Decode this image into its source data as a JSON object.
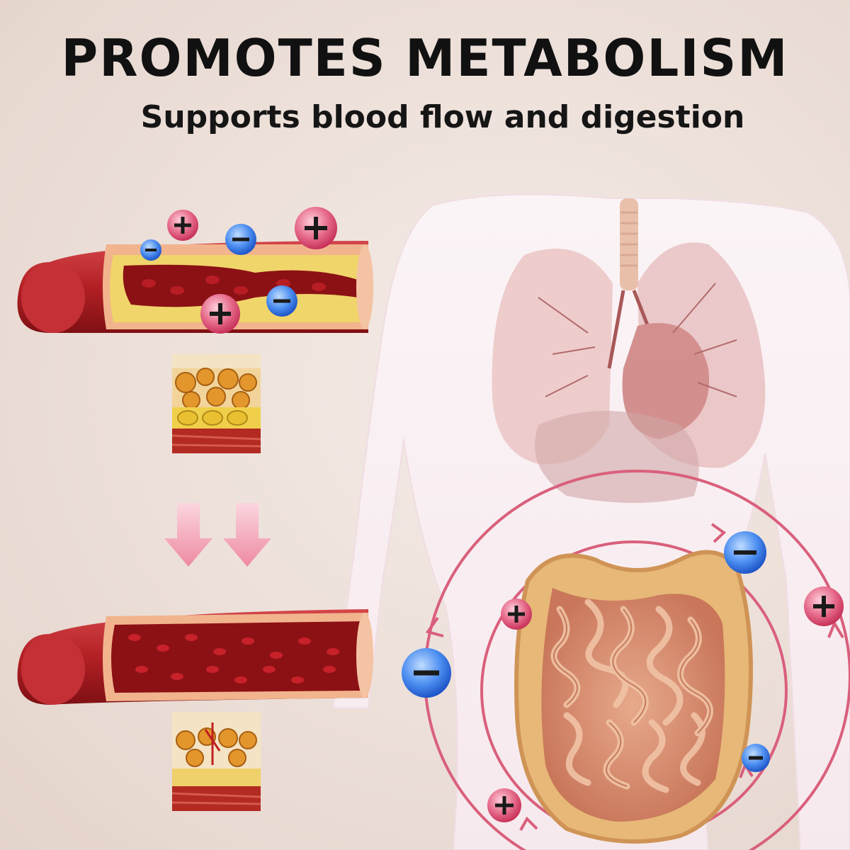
{
  "header": {
    "title": "PROMOTES METABOLISM",
    "subtitle": "Supports blood flow and digestion"
  },
  "colors": {
    "positive_ion": "#e2577a",
    "negative_ion": "#3f7fe0",
    "vessel": "#b5262b",
    "plaque": "#f0d56a",
    "orbit": "#d9607c",
    "arrow": "#f3a3b5"
  },
  "icons": {
    "positive": "plus-sign",
    "negative": "minus-sign",
    "down_arrow": "down-arrow"
  }
}
